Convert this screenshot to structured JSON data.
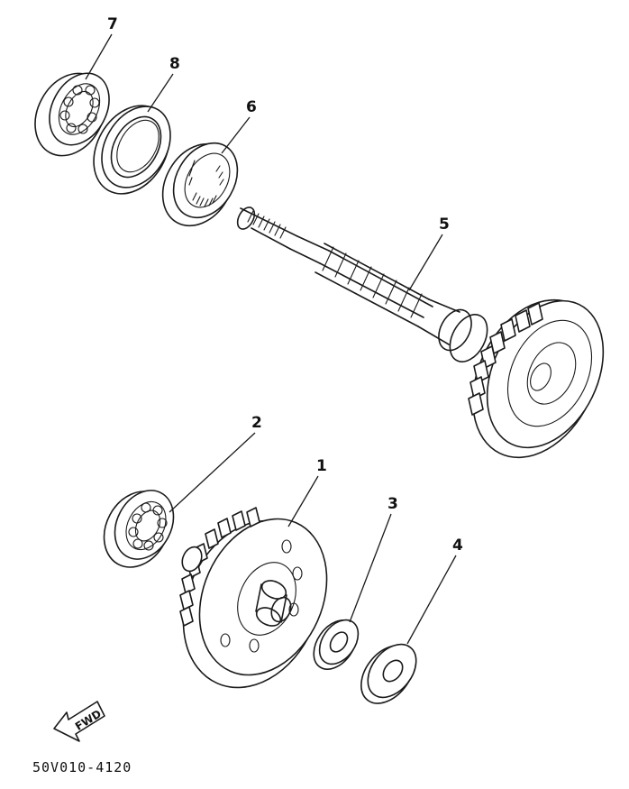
{
  "diagram": {
    "parts": [
      {
        "number": "1",
        "part": "gear"
      },
      {
        "number": "2",
        "part": "bearing"
      },
      {
        "number": "3",
        "part": "washer"
      },
      {
        "number": "4",
        "part": "washer"
      },
      {
        "number": "5",
        "part": "shaft"
      },
      {
        "number": "6",
        "part": "bearing"
      },
      {
        "number": "7",
        "part": "bearing"
      },
      {
        "number": "8",
        "part": "seal"
      }
    ],
    "fwd_label": "FWD",
    "figure_code": "50V010-4120"
  }
}
